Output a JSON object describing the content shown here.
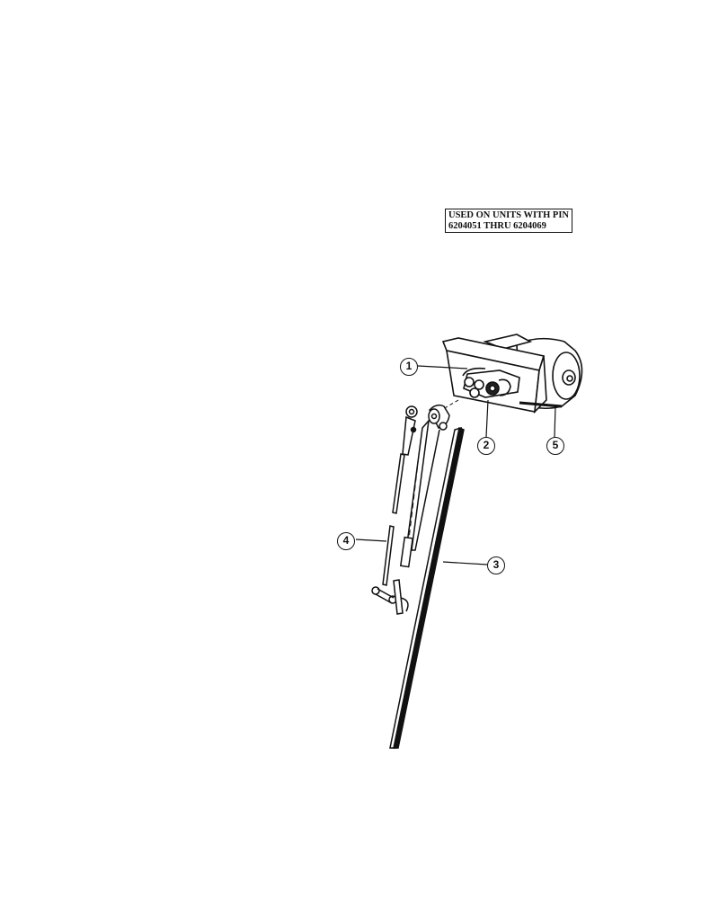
{
  "notice": {
    "line1": "USED ON UNITS WITH PIN",
    "line2": "6204051 THRU 6204069"
  },
  "callouts": [
    {
      "number": "1",
      "part": "motor-connector-terminals"
    },
    {
      "number": "2",
      "part": "drive-shaft"
    },
    {
      "number": "3",
      "part": "wiper-blade"
    },
    {
      "number": "4",
      "part": "wiper-arm-linkage"
    },
    {
      "number": "5",
      "part": "wiper-motor"
    }
  ]
}
